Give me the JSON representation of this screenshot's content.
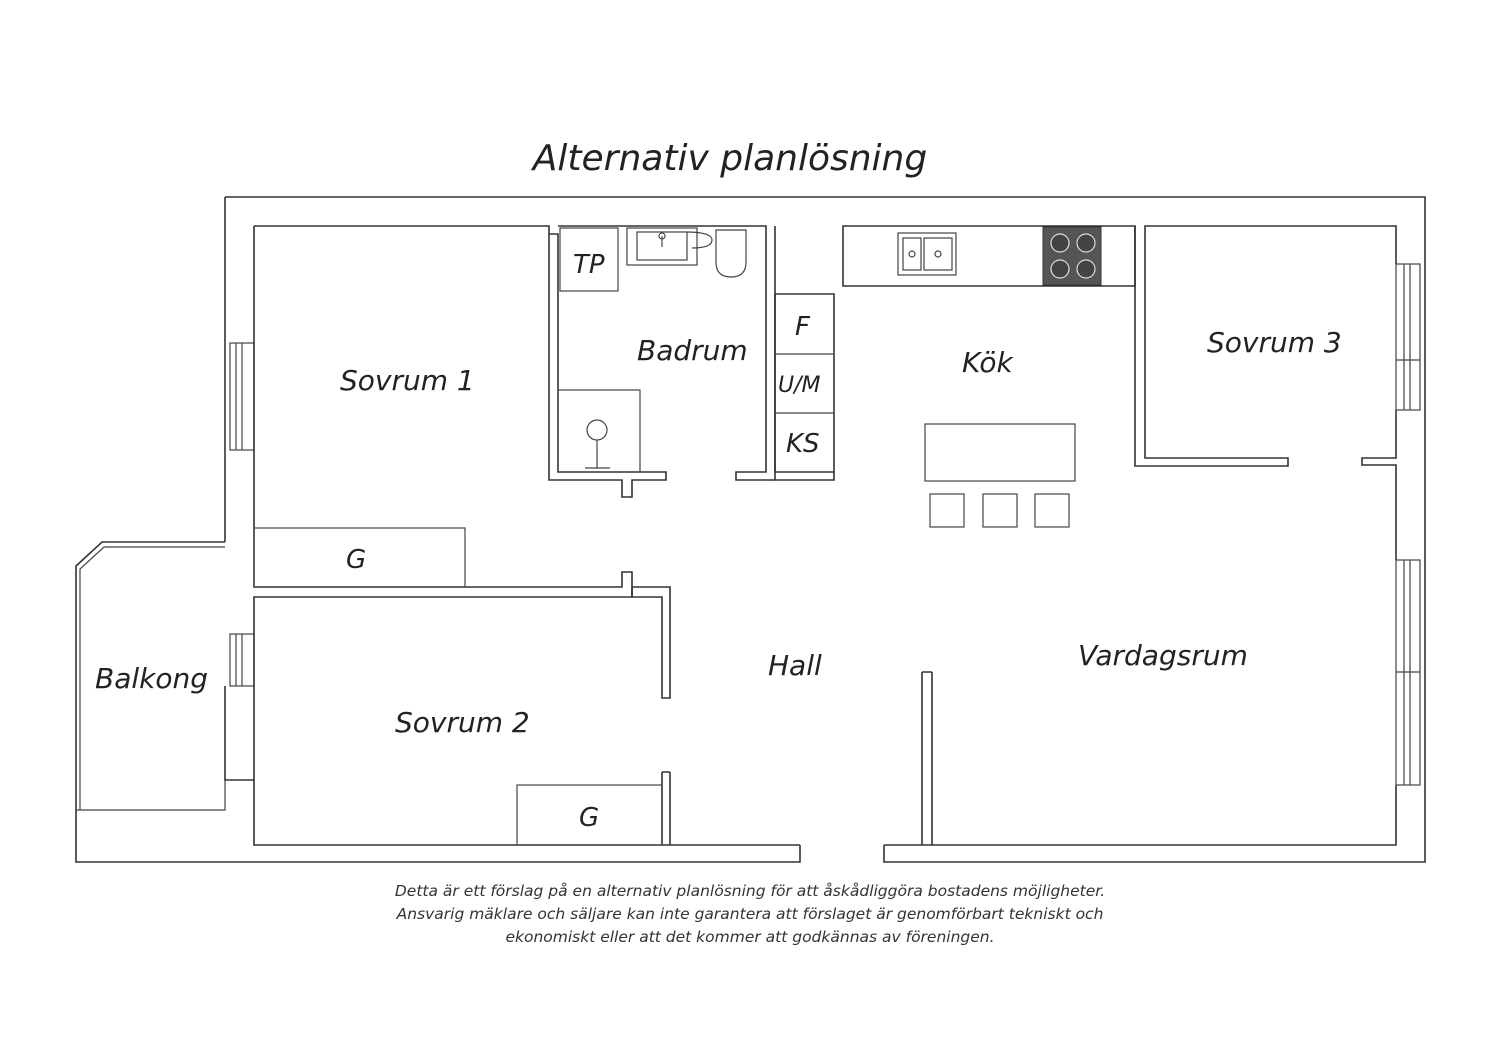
{
  "title": "Alternativ planlösning",
  "rooms": {
    "sovrum1": "Sovrum 1",
    "sovrum2": "Sovrum 2",
    "sovrum3": "Sovrum 3",
    "badrum": "Badrum",
    "kok": "Kök",
    "hall": "Hall",
    "vardagsrum": "Vardagsrum",
    "balkong": "Balkong"
  },
  "fixtures": {
    "tp": "TP",
    "f": "F",
    "um": "U/M",
    "ks": "KS",
    "g1": "G",
    "g2": "G"
  },
  "disclaimer": [
    "Detta är ett förslag på en alternativ planlösning för att åskådliggöra bostadens möjligheter.",
    "Ansvarig mäklare och säljare kan inte garantera att förslaget är genomförbart tekniskt och",
    "ekonomiskt eller att det kommer att godkännas av föreningen."
  ],
  "colors": {
    "wall": "#333333",
    "stove": "#555555"
  }
}
